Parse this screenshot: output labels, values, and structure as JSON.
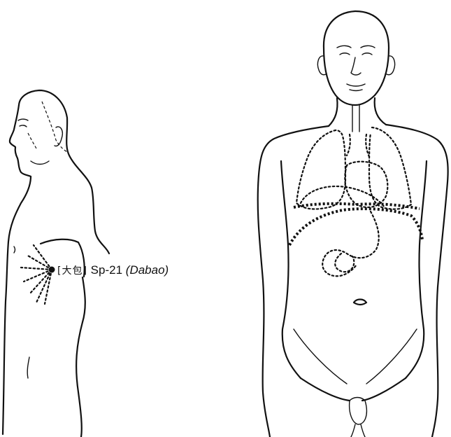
{
  "acupoint": {
    "chinese": "[大包]",
    "code": "Sp-21",
    "pinyin": "(Dabao)"
  }
}
